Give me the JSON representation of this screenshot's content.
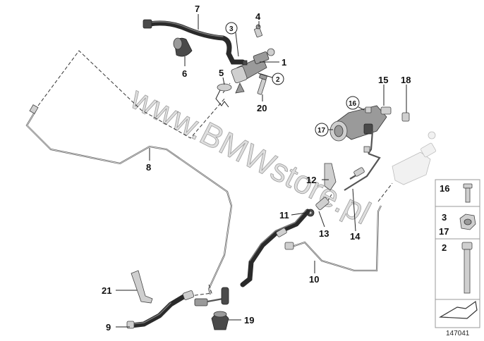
{
  "diagram_id": "147041",
  "watermark": "www.BMWstore.pl",
  "callouts": {
    "c1": "1",
    "c2": "2",
    "c3": "3",
    "c4": "4",
    "c5": "5",
    "c6": "6",
    "c7": "7",
    "c8": "8",
    "c9": "9",
    "c10": "10",
    "c11": "11",
    "c12": "12",
    "c13": "13",
    "c14": "14",
    "c15": "15",
    "c16": "16",
    "c17": "17",
    "c18": "18",
    "c19": "19",
    "c20": "20",
    "c21": "21"
  },
  "legend": {
    "row1": "16",
    "row2a": "3",
    "row2b": "17",
    "row3": "2"
  }
}
